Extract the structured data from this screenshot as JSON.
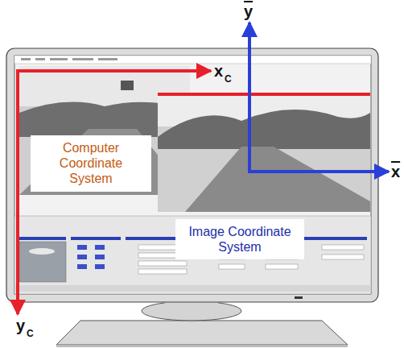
{
  "diagram": {
    "nodes": [
      {
        "text": [
          "Computer Coordinate System"
        ]
      },
      {
        "text": [
          "Image Coordinate System"
        ]
      }
    ],
    "labels": [
      "x",
      "C",
      "y",
      "C",
      "y",
      "x"
    ]
  }
}
